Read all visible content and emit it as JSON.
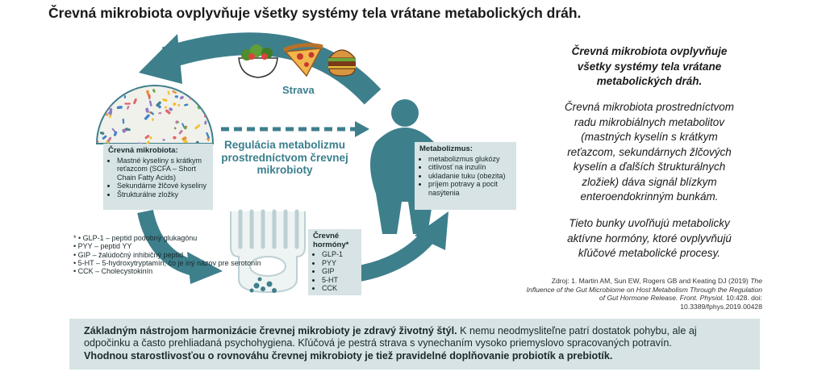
{
  "title": "Črevná mikrobiota ovplyvňuje všetky systémy tela vrátane metabolických dráh.",
  "diagram": {
    "strava_label": "Strava",
    "regulation_label": "Regulácia metabolizmu prostredníctvom črevnej mikrobioty",
    "microbiota_box": {
      "heading": "Črevná mikrobiota:",
      "items": [
        "Mastné kyseliny s krátkym reťazcom (SCFA – Short Chain Fatty Acids)",
        "Sekundárne žlčové kyseliny",
        "Štrukturálne zložky"
      ]
    },
    "metabolism_box": {
      "heading": "Metabolizmus:",
      "items": [
        "metabolizmus glukózy",
        "citlivosť na inzulín",
        "ukladanie tuku (obezita)",
        "príjem potravy a pocit nasýtenia"
      ]
    },
    "hormones_box": {
      "heading": "Črevné hormóny*",
      "items": [
        "GLP-1",
        "PYY",
        "GIP",
        "5-HT",
        "CCK"
      ]
    },
    "hormone_definitions": [
      "* • GLP-1 – peptid podobný glukagónu",
      "• PYY – peptid YY",
      "• GIP – žalúdočný inhibičný peptid",
      "• 5-HT – 5-hydroxytryptamín, čo je iný názov pre serotonín",
      "• CCK – Cholecystokinín"
    ],
    "icons": [
      "salad-icon",
      "pizza-icon",
      "burger-icon",
      "bacteria-icon",
      "human-figure-icon",
      "intestinal-villi-icon"
    ],
    "colors": {
      "teal": "#3e7f8c",
      "box_bg": "#d7e3e5",
      "label": "#3a7f8d"
    }
  },
  "side_text": {
    "heading": "Črevná mikrobiota ovplyvňuje všetky systémy tela vrátane metabolických dráh.",
    "paragraph1": "Črevná mikrobiota prostredníctvom radu mikrobiálnych metabolitov (mastných kyselín s krátkym reťazcom, sekundárnych žlčových kyselín a ďalších štrukturálnych zložiek) dáva signál blízkym enteroendokrinným bunkám.",
    "paragraph2": "Tieto bunky uvoľňujú metabolicky aktívne hormóny, ktoré ovplyvňujú kľúčové metabolické procesy."
  },
  "source": {
    "prefix": "Zdroj: 1. Martin AM, Sun EW, Rogers GB and Keating DJ (2019) ",
    "title": "The Influence of the Gut Microbiome on Host Metabolism Through the Regulation of Gut Hormone Release. Front. Physiol.",
    "suffix": " 10:428. doi: 10.3389/fphys.2019.00428"
  },
  "bottom": {
    "bold1": "Základným nástrojom harmonizácie črevnej mikrobioty je zdravý životný štýl.",
    "normal1": " K nemu neodmysliteľne patrí dostatok pohybu, ale aj odpočinku a často prehliadaná psychohygiena. Kľúčová je pestrá strava s vynechaním vysoko priemyslovo spracovaných potravín.",
    "bold2": "Vhodnou starostlivosťou o rovnováhu črevnej mikrobioty je tiež pravidelné doplňovanie probiotík a prebiotík."
  }
}
